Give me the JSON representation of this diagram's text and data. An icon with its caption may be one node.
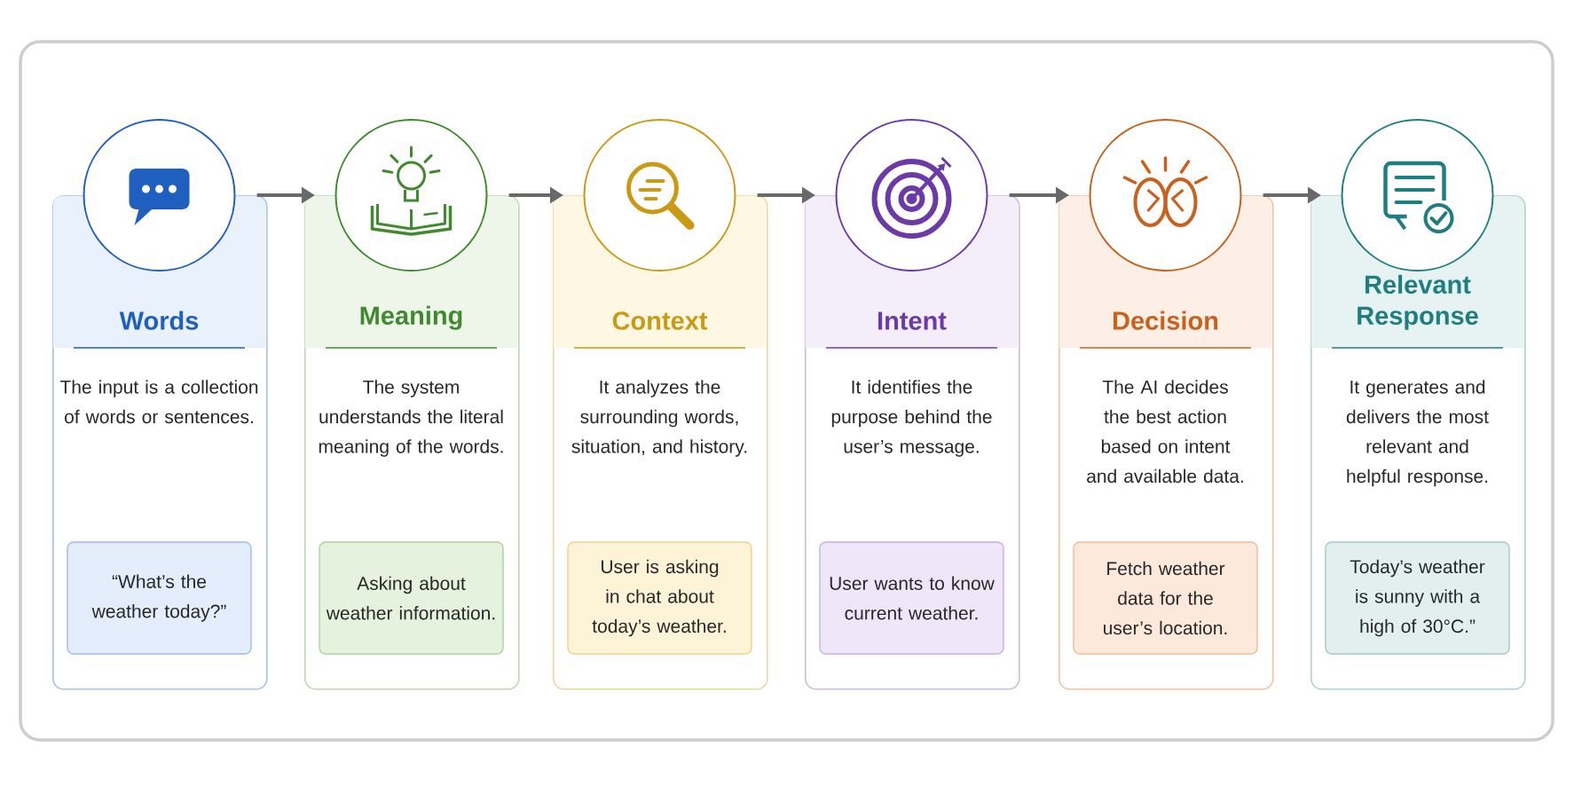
{
  "diagram": {
    "nodes": [
      {
        "text": [
          "Words",
          "The input is a collection of words or sentences."
        ]
      },
      {
        "text": [
          "“What’s the weather today?”"
        ],
        "in": 0
      },
      {
        "text": [
          "Meaning",
          "The system understands the literal meaning of the words."
        ]
      },
      {
        "text": [
          "Asking about weather information."
        ],
        "in": 2
      },
      {
        "text": [
          "Context",
          "It analyzes the surrounding words, situation, and history."
        ]
      },
      {
        "text": [
          "User is asking in chat about today’s weather."
        ],
        "in": 4
      },
      {
        "text": [
          "Intent",
          "It identifies the purpose behind the user’s message."
        ]
      },
      {
        "text": [
          "User wants to know current weather."
        ],
        "in": 6
      },
      {
        "text": [
          "Decision",
          "The AI decides the best action based on intent and available data."
        ]
      },
      {
        "text": [
          "Fetch weather data for the user’s location."
        ],
        "in": 8
      },
      {
        "text": [
          "Relevant Response",
          "It generates and delivers the most relevant and helpful response."
        ]
      },
      {
        "text": [
          "Today’s weather is sunny with a high of 30°C.”"
        ],
        "in": 10
      }
    ],
    "edges": [
      {
        "from": 0,
        "to": 2,
        "arrow": "to"
      },
      {
        "from": 2,
        "to": 4,
        "arrow": "to"
      },
      {
        "from": 4,
        "to": 6,
        "arrow": "to"
      },
      {
        "from": 6,
        "to": 8,
        "arrow": "to"
      },
      {
        "from": 8,
        "to": 10,
        "arrow": "to"
      }
    ]
  }
}
